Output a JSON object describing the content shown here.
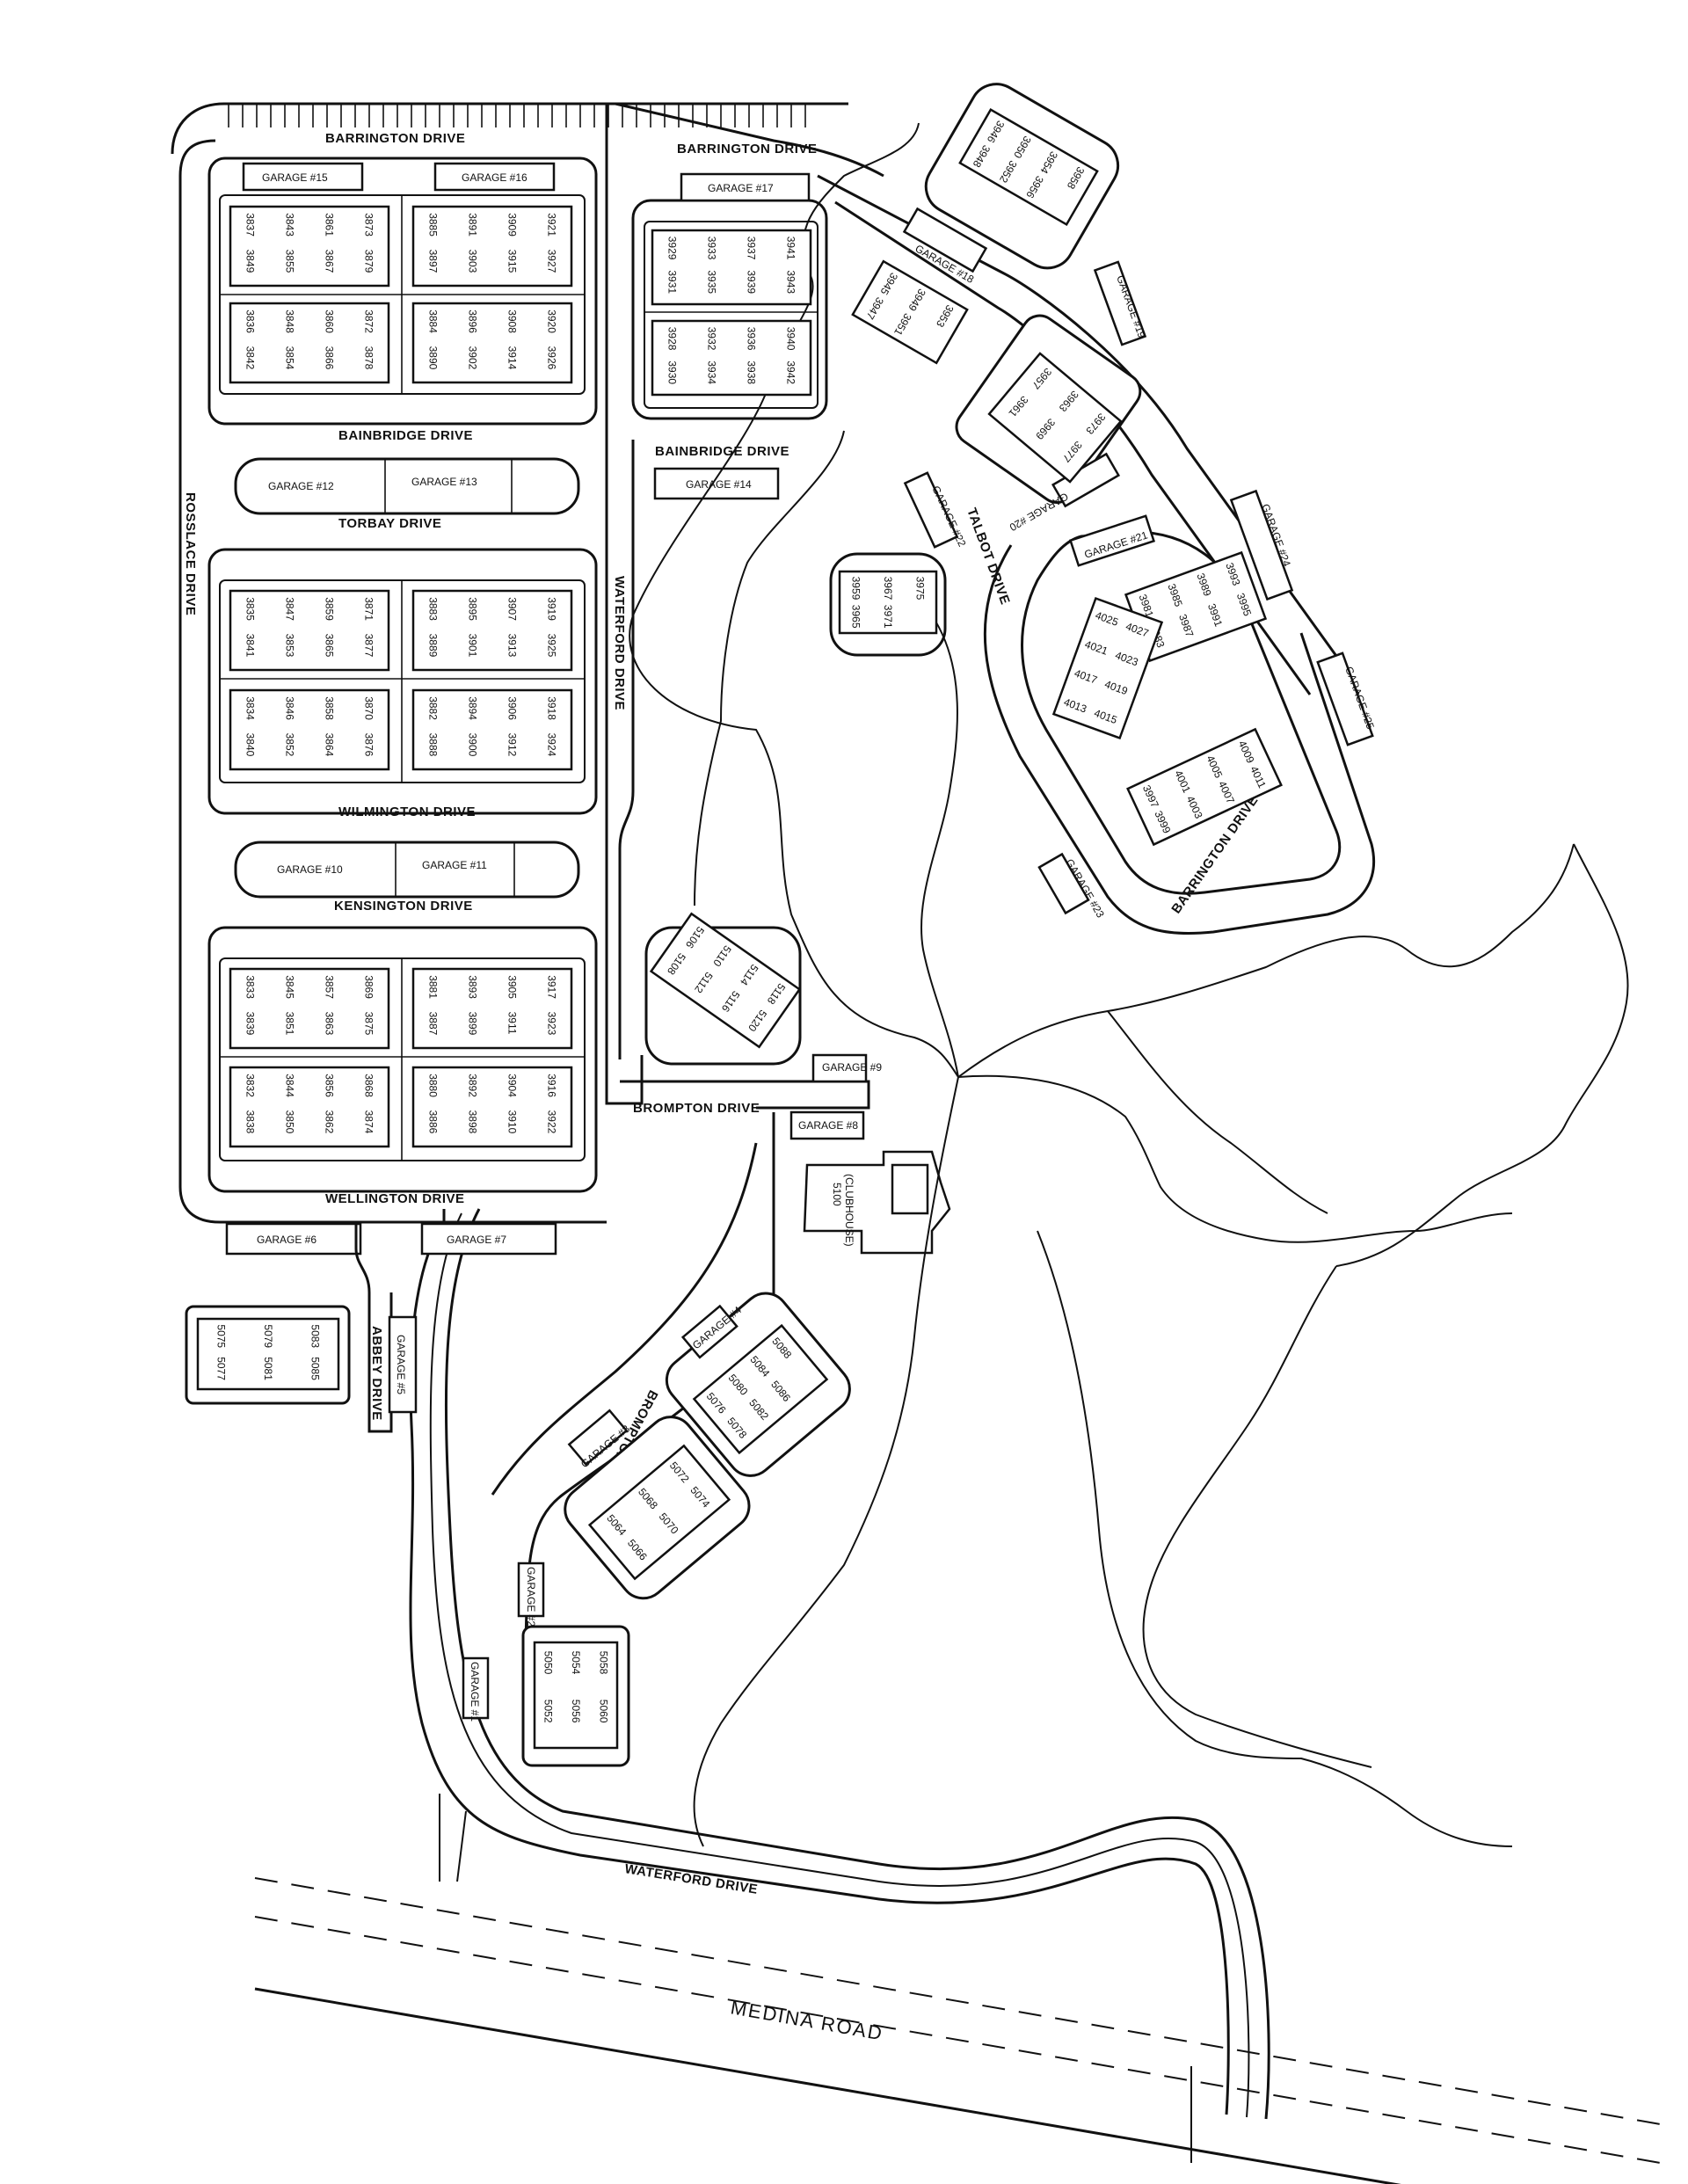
{
  "streets": {
    "barrington_west": "BARRINGTON DRIVE",
    "barrington_east": "BARRINGTON DRIVE",
    "barrington_south": "BARRINGTON DRIVE",
    "bainbridge_west": "BAINBRIDGE DRIVE",
    "bainbridge_east": "BAINBRIDGE DRIVE",
    "rosslace": "ROSSLACE DRIVE",
    "torbay": "TORBAY DRIVE",
    "wilmington": "WILMINGTON DRIVE",
    "kensington": "KENSINGTON DRIVE",
    "wellington": "WELLINGTON DRIVE",
    "waterford_north": "WATERFORD DRIVE",
    "waterford_south": "WATERFORD DRIVE",
    "talbot": "TALBOT DRIVE",
    "brompton_north": "BROMPTON DRIVE",
    "brompton_south": "BROMPTON DRIVE",
    "abbey": "ABBEY DRIVE",
    "medina": "MEDINA ROAD"
  },
  "garages": [
    {
      "id": "g1",
      "label": "GARAGE #1"
    },
    {
      "id": "g2",
      "label": "GARAGE #2"
    },
    {
      "id": "g3",
      "label": "GARAGE #3"
    },
    {
      "id": "g4",
      "label": "GARAGE #4"
    },
    {
      "id": "g5",
      "label": "GARAGE #5"
    },
    {
      "id": "g6",
      "label": "GARAGE #6"
    },
    {
      "id": "g7",
      "label": "GARAGE #7"
    },
    {
      "id": "g8",
      "label": "GARAGE #8"
    },
    {
      "id": "g9",
      "label": "GARAGE #9"
    },
    {
      "id": "g10",
      "label": "GARAGE #10"
    },
    {
      "id": "g11",
      "label": "GARAGE #11"
    },
    {
      "id": "g12",
      "label": "GARAGE #12"
    },
    {
      "id": "g13",
      "label": "GARAGE #13"
    },
    {
      "id": "g14",
      "label": "GARAGE #14"
    },
    {
      "id": "g15",
      "label": "GARAGE #15"
    },
    {
      "id": "g16",
      "label": "GARAGE #16"
    },
    {
      "id": "g17",
      "label": "GARAGE #17"
    },
    {
      "id": "g18",
      "label": "GARAGE #18"
    },
    {
      "id": "g19",
      "label": "GARAGE #19"
    },
    {
      "id": "g20",
      "label": "GARAGE #20"
    },
    {
      "id": "g21",
      "label": "GARAGE #21"
    },
    {
      "id": "g22",
      "label": "GARAGE #22"
    },
    {
      "id": "g23",
      "label": "GARAGE #23"
    },
    {
      "id": "g24",
      "label": "GARAGE #24"
    },
    {
      "id": "g25",
      "label": "GARAGE #25"
    }
  ],
  "buildings": [
    {
      "id": "b1",
      "units": [
        "3837",
        "3849",
        "3843",
        "3855",
        "3861",
        "3867",
        "3873",
        "3879"
      ]
    },
    {
      "id": "b2",
      "units": [
        "3885",
        "3897",
        "3891",
        "3903",
        "3909",
        "3915",
        "3921",
        "3927"
      ]
    },
    {
      "id": "b3",
      "units": [
        "3836",
        "3842",
        "3848",
        "3854",
        "3860",
        "3866",
        "3872",
        "3878"
      ]
    },
    {
      "id": "b4",
      "units": [
        "3884",
        "3890",
        "3896",
        "3902",
        "3908",
        "3914",
        "3920",
        "3926"
      ]
    },
    {
      "id": "b5",
      "units": [
        "3929",
        "3931",
        "3933",
        "3935",
        "3937",
        "3939",
        "3941",
        "3943"
      ]
    },
    {
      "id": "b6",
      "units": [
        "3928",
        "3930",
        "3932",
        "3934",
        "3936",
        "3938",
        "3940",
        "3942"
      ]
    },
    {
      "id": "b7",
      "units": [
        "3835",
        "3841",
        "3847",
        "3853",
        "3859",
        "3865",
        "3871",
        "3877"
      ]
    },
    {
      "id": "b8",
      "units": [
        "3883",
        "3889",
        "3895",
        "3901",
        "3907",
        "3913",
        "3919",
        "3925"
      ]
    },
    {
      "id": "b9",
      "units": [
        "3834",
        "3840",
        "3846",
        "3852",
        "3858",
        "3864",
        "3870",
        "3876"
      ]
    },
    {
      "id": "b10",
      "units": [
        "3882",
        "3888",
        "3894",
        "3900",
        "3906",
        "3912",
        "3918",
        "3924"
      ]
    },
    {
      "id": "b11",
      "units": [
        "3833",
        "3839",
        "3845",
        "3851",
        "3857",
        "3863",
        "3869",
        "3875"
      ]
    },
    {
      "id": "b12",
      "units": [
        "3881",
        "3887",
        "3893",
        "3899",
        "3905",
        "3911",
        "3917",
        "3923"
      ]
    },
    {
      "id": "b13",
      "units": [
        "3832",
        "3838",
        "3844",
        "3850",
        "3856",
        "3862",
        "3868",
        "3874"
      ]
    },
    {
      "id": "b14",
      "units": [
        "3880",
        "3886",
        "3892",
        "3898",
        "3904",
        "3910",
        "3916",
        "3922"
      ]
    },
    {
      "id": "b15",
      "units": [
        "3945",
        "3947",
        "3949",
        "3951",
        "3953"
      ]
    },
    {
      "id": "b16",
      "units": [
        "3946",
        "3948",
        "3950",
        "3952",
        "3954",
        "3956",
        "3958"
      ]
    },
    {
      "id": "b17",
      "units": [
        "3957",
        "3961",
        "3963",
        "3969",
        "3973",
        "3977"
      ]
    },
    {
      "id": "b18",
      "units": [
        "3959",
        "3965",
        "3967",
        "3971",
        "3975"
      ]
    },
    {
      "id": "b19",
      "units": [
        "3981",
        "3983",
        "3985",
        "3987",
        "3989",
        "3991",
        "3993",
        "3995"
      ]
    },
    {
      "id": "b20",
      "units": [
        "4013",
        "4015",
        "4017",
        "4019",
        "4021",
        "4023",
        "4025",
        "4027"
      ]
    },
    {
      "id": "b21",
      "units": [
        "3997",
        "3999",
        "4001",
        "4003",
        "4005",
        "4007",
        "4009",
        "4011"
      ]
    },
    {
      "id": "b22",
      "units": [
        "5106",
        "5108",
        "5110",
        "5112",
        "5114",
        "5116",
        "5118",
        "5120"
      ]
    },
    {
      "id": "b23",
      "units": [
        "5075",
        "5077",
        "5079",
        "5081",
        "5083",
        "5085"
      ]
    },
    {
      "id": "b24",
      "units": [
        "5076",
        "5078",
        "5080",
        "5082",
        "5084",
        "5086",
        "5088"
      ]
    },
    {
      "id": "b25",
      "units": [
        "5064",
        "5066",
        "5068",
        "5070",
        "5072",
        "5074"
      ]
    },
    {
      "id": "b26",
      "units": [
        "5050",
        "5052",
        "5054",
        "5056",
        "5058",
        "5060"
      ]
    }
  ],
  "clubhouse": {
    "number": "5100",
    "label": "(CLUBHOUSE)"
  }
}
